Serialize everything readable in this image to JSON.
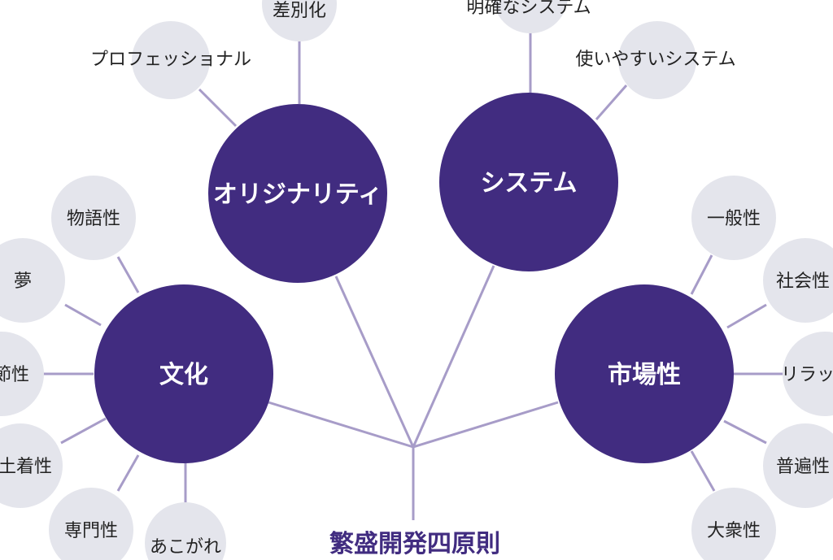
{
  "title": "繁盛開発四原則",
  "colors": {
    "primary": "#412c80",
    "line": "#a79cc8",
    "bubble": "#e4e5ec",
    "text": "#222222"
  },
  "principles": [
    {
      "id": "originality",
      "label": "オリジナリティ",
      "items": [
        "プロフェッショナル",
        "差別化"
      ]
    },
    {
      "id": "system",
      "label": "システム",
      "items": [
        "明確なシステム",
        "使いやすいシステム"
      ]
    },
    {
      "id": "culture",
      "label": "文化",
      "items": [
        "物語性",
        "夢",
        "節性",
        "土着性",
        "専門性",
        "あこがれ"
      ]
    },
    {
      "id": "market",
      "label": "市場性",
      "items": [
        "一般性",
        "社会性",
        "リラッ",
        "普遍性",
        "大衆性"
      ]
    }
  ]
}
